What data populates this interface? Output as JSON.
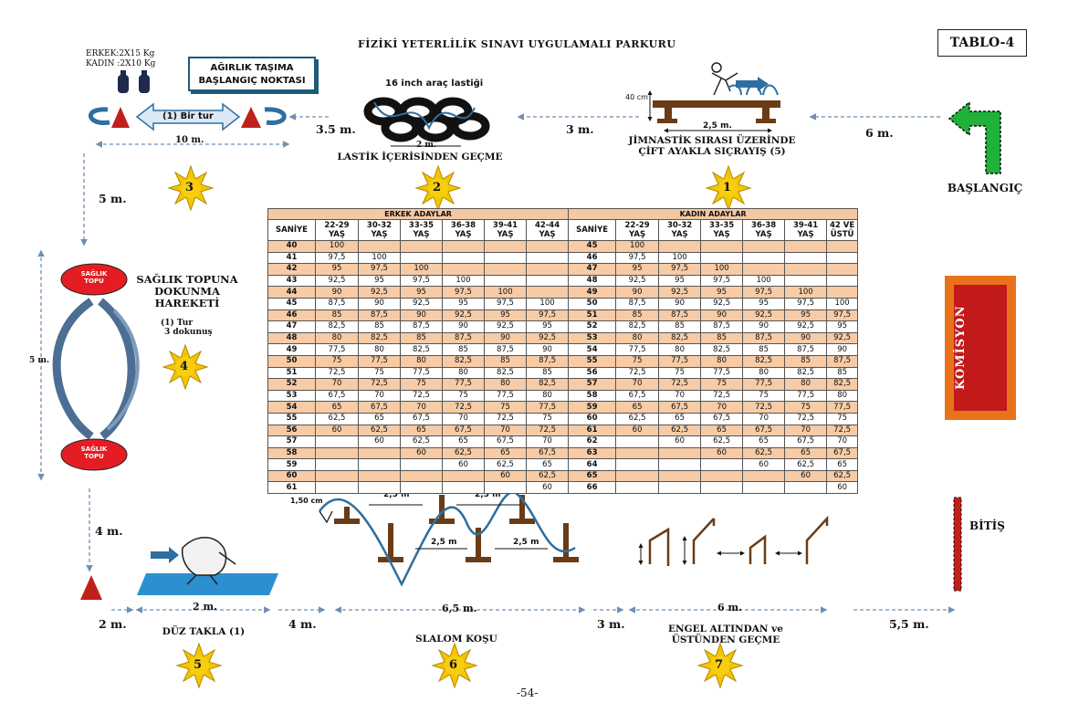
{
  "title": "FİZİKİ YETERLİLİK SINAVI UYGULAMALI PARKURU",
  "tablo": "TABLO-4",
  "weights": {
    "erkek": "ERKEK:2X15 Kg",
    "kadin": "KADIN :2X10 Kg"
  },
  "start_box": {
    "line1": "AĞIRLIK TAŞIMA",
    "line2": "BAŞLANGIÇ NOKTASI"
  },
  "tur_label": "(1) Bir tur",
  "tire_label": "16 inch araç lastiği",
  "bench_height": "40 cm",
  "bench_width": "2,5 m.",
  "hurdle_height": "1,50 cm",
  "stations": [
    {
      "num": "1",
      "line1": "JİMNASTİK SIRASI ÜZERİNDE",
      "line2": "ÇİFT AYAKLA SIÇRAYIŞ (5)"
    },
    {
      "num": "2",
      "line1": "LASTİK İÇERİSİNDEN GEÇME",
      "line2": ""
    },
    {
      "num": "3",
      "line1": "",
      "line2": ""
    },
    {
      "num": "4",
      "line1": "SAĞLIK TOPUNA",
      "line2": "DOKUNMA",
      "line3": "HAREKETİ",
      "sub1": "(1)  Tur",
      "sub2": "3 dokunuş"
    },
    {
      "num": "5",
      "line1": "DÜZ TAKLA (1)",
      "line2": ""
    },
    {
      "num": "6",
      "line1": "SLALOM KOŞU",
      "line2": ""
    },
    {
      "num": "7",
      "line1": "ENGEL ALTINDAN ve",
      "line2": "ÜSTÜNDEN GEÇME"
    }
  ],
  "ball_label": {
    "l1": "SAĞLIK",
    "l2": "TOPU"
  },
  "distances": {
    "d10": "10 m.",
    "d35": "3.5 m.",
    "d3a": "3 m.",
    "d6a": "6 m.",
    "d5a": "5 m.",
    "d5b": "5 m.",
    "d2t": "2 m.",
    "d4a": "4 m.",
    "d2a": "2 m.",
    "d2b": "2 m.",
    "d4b": "4 m.",
    "d65": "6,5 m.",
    "d3b": "3 m.",
    "d6b": "6 m.",
    "d55": "5,5 m.",
    "s25a": "2,5 m",
    "s25b": "2,5 m",
    "s25c": "2,5 m",
    "s25d": "2,5 m"
  },
  "baslangic": "BAŞLANGIÇ",
  "bitis": "BİTİŞ",
  "komisyon": "KOMİSYON",
  "page_number": "-54-",
  "table": {
    "group_left": "ERKEK ADAYLAR",
    "group_right": "KADIN ADAYLAR",
    "headers": [
      "SANİYE",
      "22-29 YAŞ",
      "30-32 YAŞ",
      "33-35 YAŞ",
      "36-38 YAŞ",
      "39-41 YAŞ",
      "42-44 YAŞ",
      "SANİYE",
      "22-29 YAŞ",
      "30-32 YAŞ",
      "33-35 YAŞ",
      "36-38 YAŞ",
      "39-41 YAŞ",
      "42 VE ÜSTÜ"
    ],
    "rows": [
      [
        "40",
        "100",
        "",
        "",
        "",
        "",
        "",
        "45",
        "100",
        "",
        "",
        "",
        "",
        ""
      ],
      [
        "41",
        "97,5",
        "100",
        "",
        "",
        "",
        "",
        "46",
        "97,5",
        "100",
        "",
        "",
        "",
        ""
      ],
      [
        "42",
        "95",
        "97,5",
        "100",
        "",
        "",
        "",
        "47",
        "95",
        "97,5",
        "100",
        "",
        "",
        ""
      ],
      [
        "43",
        "92,5",
        "95",
        "97,5",
        "100",
        "",
        "",
        "48",
        "92,5",
        "95",
        "97,5",
        "100",
        "",
        ""
      ],
      [
        "44",
        "90",
        "92,5",
        "95",
        "97,5",
        "100",
        "",
        "49",
        "90",
        "92,5",
        "95",
        "97,5",
        "100",
        ""
      ],
      [
        "45",
        "87,5",
        "90",
        "92,5",
        "95",
        "97,5",
        "100",
        "50",
        "87,5",
        "90",
        "92,5",
        "95",
        "97,5",
        "100"
      ],
      [
        "46",
        "85",
        "87,5",
        "90",
        "92,5",
        "95",
        "97,5",
        "51",
        "85",
        "87,5",
        "90",
        "92,5",
        "95",
        "97,5"
      ],
      [
        "47",
        "82,5",
        "85",
        "87,5",
        "90",
        "92,5",
        "95",
        "52",
        "82,5",
        "85",
        "87,5",
        "90",
        "92,5",
        "95"
      ],
      [
        "48",
        "80",
        "82,5",
        "85",
        "87,5",
        "90",
        "92,5",
        "53",
        "80",
        "82,5",
        "85",
        "87,5",
        "90",
        "92,5"
      ],
      [
        "49",
        "77,5",
        "80",
        "82,5",
        "85",
        "87,5",
        "90",
        "54",
        "77,5",
        "80",
        "82,5",
        "85",
        "87,5",
        "90"
      ],
      [
        "50",
        "75",
        "77,5",
        "80",
        "82,5",
        "85",
        "87,5",
        "55",
        "75",
        "77,5",
        "80",
        "82,5",
        "85",
        "87,5"
      ],
      [
        "51",
        "72,5",
        "75",
        "77,5",
        "80",
        "82,5",
        "85",
        "56",
        "72,5",
        "75",
        "77,5",
        "80",
        "82,5",
        "85"
      ],
      [
        "52",
        "70",
        "72,5",
        "75",
        "77,5",
        "80",
        "82,5",
        "57",
        "70",
        "72,5",
        "75",
        "77,5",
        "80",
        "82,5"
      ],
      [
        "53",
        "67,5",
        "70",
        "72,5",
        "75",
        "77,5",
        "80",
        "58",
        "67,5",
        "70",
        "72,5",
        "75",
        "77,5",
        "80"
      ],
      [
        "54",
        "65",
        "67,5",
        "70",
        "72,5",
        "75",
        "77,5",
        "59",
        "65",
        "67,5",
        "70",
        "72,5",
        "75",
        "77,5"
      ],
      [
        "55",
        "62,5",
        "65",
        "67,5",
        "70",
        "72,5",
        "75",
        "60",
        "62,5",
        "65",
        "67,5",
        "70",
        "72,5",
        "75"
      ],
      [
        "56",
        "60",
        "62,5",
        "65",
        "67,5",
        "70",
        "72,5",
        "61",
        "60",
        "62,5",
        "65",
        "67,5",
        "70",
        "72,5"
      ],
      [
        "57",
        "",
        "60",
        "62,5",
        "65",
        "67,5",
        "70",
        "62",
        "",
        "60",
        "62,5",
        "65",
        "67,5",
        "70"
      ],
      [
        "58",
        "",
        "",
        "60",
        "62,5",
        "65",
        "67,5",
        "63",
        "",
        "",
        "60",
        "62,5",
        "65",
        "67,5"
      ],
      [
        "59",
        "",
        "",
        "",
        "60",
        "62,5",
        "65",
        "64",
        "",
        "",
        "",
        "60",
        "62,5",
        "65"
      ],
      [
        "60",
        "",
        "",
        "",
        "",
        "60",
        "62,5",
        "65",
        "",
        "",
        "",
        "",
        "60",
        "62,5"
      ],
      [
        "61",
        "",
        "",
        "",
        "",
        "",
        "60",
        "66",
        "",
        "",
        "",
        "",
        "",
        "60"
      ]
    ]
  },
  "colors": {
    "orange_row": "#f6cba6",
    "sun": "#f5c400",
    "cone": "#c0201b",
    "arrow_blue": "#2e6f9f",
    "green_arrow": "#1fb13a",
    "mat_blue": "#2b8fd0",
    "brown": "#6a3c15"
  }
}
